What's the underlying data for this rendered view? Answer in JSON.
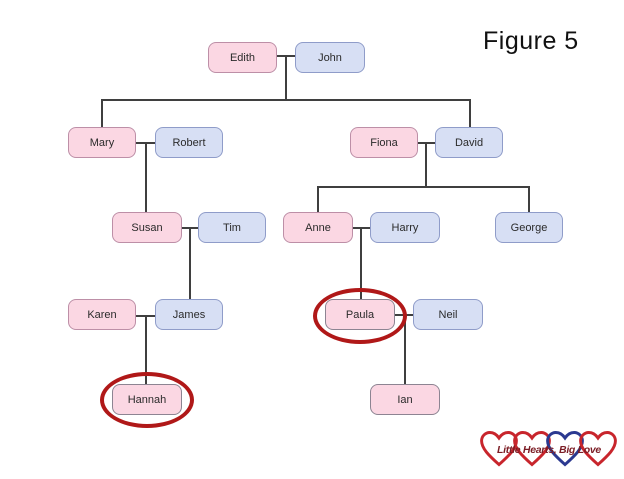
{
  "figure_label": "Figure 5",
  "tree": {
    "nodes": [
      {
        "id": "edith",
        "label": "Edith",
        "variant": "pink",
        "circled": false
      },
      {
        "id": "john",
        "label": "John",
        "variant": "blue",
        "circled": false
      },
      {
        "id": "mary",
        "label": "Mary",
        "variant": "pink",
        "circled": false
      },
      {
        "id": "robert",
        "label": "Robert",
        "variant": "blue",
        "circled": false
      },
      {
        "id": "fiona",
        "label": "Fiona",
        "variant": "pink",
        "circled": false
      },
      {
        "id": "david",
        "label": "David",
        "variant": "blue",
        "circled": false
      },
      {
        "id": "susan",
        "label": "Susan",
        "variant": "pink",
        "circled": false
      },
      {
        "id": "tim",
        "label": "Tim",
        "variant": "blue",
        "circled": false
      },
      {
        "id": "anne",
        "label": "Anne",
        "variant": "pink",
        "circled": false
      },
      {
        "id": "harry",
        "label": "Harry",
        "variant": "blue",
        "circled": false
      },
      {
        "id": "george",
        "label": "George",
        "variant": "blue",
        "circled": false
      },
      {
        "id": "karen",
        "label": "Karen",
        "variant": "pink",
        "circled": false
      },
      {
        "id": "james",
        "label": "James",
        "variant": "blue",
        "circled": false
      },
      {
        "id": "paula",
        "label": "Paula",
        "variant": "pink",
        "circled": true
      },
      {
        "id": "neil",
        "label": "Neil",
        "variant": "blue",
        "circled": false
      },
      {
        "id": "hannah",
        "label": "Hannah",
        "variant": "pink",
        "circled": true
      },
      {
        "id": "ian",
        "label": "Ian",
        "variant": "pink",
        "circled": false
      }
    ]
  },
  "watermark": {
    "text": "Little Hearts, Big Love",
    "heart_colors": [
      "#c8252c",
      "#c8252c",
      "#2b3990",
      "#c8252c"
    ],
    "text_color": "#7b1c24"
  },
  "colors": {
    "pink_fill": "#fbd7e3",
    "pink_border": "#bd8fa7",
    "blue_fill": "#d7dff4",
    "blue_border": "#8f9cc9",
    "muted_border": "#8d8492",
    "connector": "#3f3f3f",
    "highlight_circle": "#b01818"
  }
}
